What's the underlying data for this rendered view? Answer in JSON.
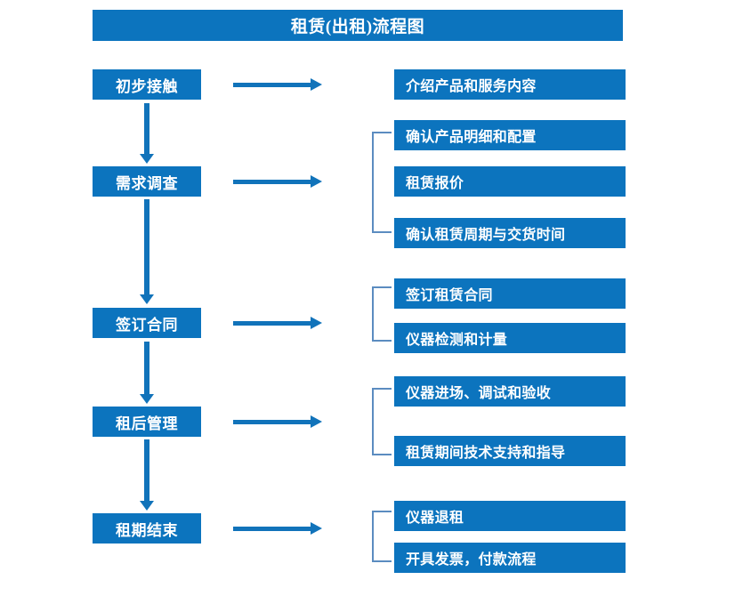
{
  "chart": {
    "title": "租赁(出租)流程图",
    "type": "flowchart",
    "accent_color": "#0c74be",
    "arrow_color": "#1173ba",
    "bracket_color": "#5b8cc0",
    "text_color": "#ffffff",
    "background": "#ffffff"
  },
  "stages": [
    {
      "label": "初步接触",
      "details": [
        "介绍产品和服务内容"
      ],
      "bracketed": false
    },
    {
      "label": "需求调查",
      "details": [
        "确认产品明细和配置",
        "租赁报价",
        "确认租赁周期与交货时间"
      ],
      "bracketed": true
    },
    {
      "label": "签订合同",
      "details": [
        "签订租赁合同",
        "仪器检测和计量"
      ],
      "bracketed": true
    },
    {
      "label": "租后管理",
      "details": [
        "仪器进场、调试和验收",
        "租赁期间技术支持和指导"
      ],
      "bracketed": true
    },
    {
      "label": "租期结束",
      "details": [
        "仪器退租",
        "开具发票，付款流程"
      ],
      "bracketed": true
    }
  ],
  "details_flat": [
    "介绍产品和服务内容",
    "确认产品明细和配置",
    "租赁报价",
    "确认租赁周期与交货时间",
    "签订租赁合同",
    "仪器检测和计量",
    "仪器进场、调试和验收",
    "租赁期间技术支持和指导",
    "仪器退租",
    "开具发票，付款流程"
  ]
}
